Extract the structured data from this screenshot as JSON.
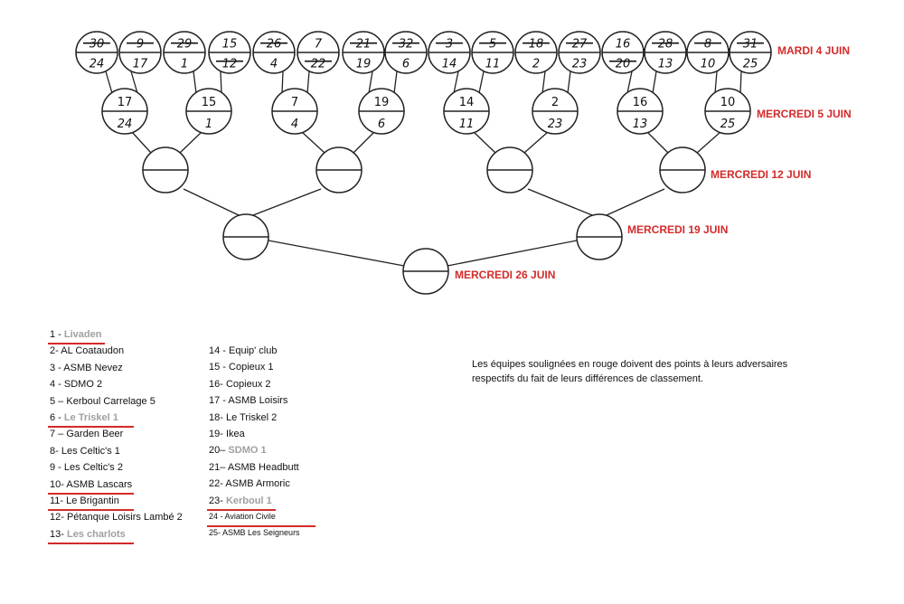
{
  "rounds": [
    "MARDI 4 JUIN",
    "MERCREDI 5 JUIN",
    "MERCREDI 12 JUIN",
    "MERCREDI 19 JUIN",
    "MERCREDI 26 JUIN"
  ],
  "round1": [
    {
      "top": "30",
      "top_struck": true,
      "bottom": "24",
      "bottom_struck": false
    },
    {
      "top": "9",
      "top_struck": true,
      "bottom": "17",
      "bottom_struck": false
    },
    {
      "top": "29",
      "top_struck": true,
      "bottom": "1",
      "bottom_struck": false
    },
    {
      "top": "15",
      "top_struck": false,
      "bottom": "12",
      "bottom_struck": true
    },
    {
      "top": "26",
      "top_struck": true,
      "bottom": "4",
      "bottom_struck": false
    },
    {
      "top": "7",
      "top_struck": false,
      "bottom": "22",
      "bottom_struck": true
    },
    {
      "top": "21",
      "top_struck": true,
      "bottom": "19",
      "bottom_struck": false
    },
    {
      "top": "32",
      "top_struck": true,
      "bottom": "6",
      "bottom_struck": false
    },
    {
      "top": "3",
      "top_struck": true,
      "bottom": "14",
      "bottom_struck": false
    },
    {
      "top": "5",
      "top_struck": true,
      "bottom": "11",
      "bottom_struck": false
    },
    {
      "top": "18",
      "top_struck": true,
      "bottom": "2",
      "bottom_struck": false
    },
    {
      "top": "27",
      "top_struck": true,
      "bottom": "23",
      "bottom_struck": false
    },
    {
      "top": "16",
      "top_struck": false,
      "bottom": "20",
      "bottom_struck": true
    },
    {
      "top": "28",
      "top_struck": true,
      "bottom": "13",
      "bottom_struck": false
    },
    {
      "top": "8",
      "top_struck": true,
      "bottom": "10",
      "bottom_struck": false
    },
    {
      "top": "31",
      "top_struck": true,
      "bottom": "25",
      "bottom_struck": false
    }
  ],
  "round2": [
    {
      "top": "17",
      "bottom": "24"
    },
    {
      "top": "15",
      "bottom": "1"
    },
    {
      "top": "7",
      "bottom": "4"
    },
    {
      "top": "19",
      "bottom": "6"
    },
    {
      "top": "14",
      "bottom": "11"
    },
    {
      "top": "2",
      "bottom": "23"
    },
    {
      "top": "16",
      "bottom": "13"
    },
    {
      "top": "10",
      "bottom": "25"
    }
  ],
  "teams_left": [
    {
      "num": "1 -",
      "name": "Livaden",
      "highlight": true
    },
    {
      "num": "2-",
      "name": "AL Coataudon",
      "highlight": false
    },
    {
      "num": "3 -",
      "name": "ASMB Nevez",
      "highlight": false
    },
    {
      "num": "4 -",
      "name": "SDMO 2",
      "highlight": false
    },
    {
      "num": "5 –",
      "name": "Kerboul Carrelage 5",
      "highlight": false
    },
    {
      "num": "6 -",
      "name": "Le Triskel 1",
      "highlight": true
    },
    {
      "num": "7 –",
      "name": "Garden Beer",
      "highlight": false
    },
    {
      "num": "8-",
      "name": "Les Celtic's 1",
      "highlight": false
    },
    {
      "num": "9 -",
      "name": "Les Celtic's 2",
      "highlight": false
    },
    {
      "num": "10-",
      "name": "ASMB Lascars",
      "highlight": false,
      "underline": true
    },
    {
      "num": "11-",
      "name": "Le Brigantin",
      "highlight": false,
      "underline": true
    },
    {
      "num": "12-",
      "name": "Pétanque Loisirs Lambé 2",
      "highlight": false
    },
    {
      "num": "13-",
      "name": "Les charlots",
      "highlight": true
    }
  ],
  "teams_right": [
    {
      "num": "14 -",
      "name": "Equip' club",
      "highlight": false
    },
    {
      "num": "15 -",
      "name": "Copieux 1",
      "highlight": false
    },
    {
      "num": "16-",
      "name": "Copieux 2",
      "highlight": false
    },
    {
      "num": "17 -",
      "name": "ASMB Loisirs",
      "highlight": false
    },
    {
      "num": "18-",
      "name": "Le Triskel 2",
      "highlight": false
    },
    {
      "num": "19-",
      "name": "Ikea",
      "highlight": false
    },
    {
      "num": "20–",
      "name": "SDMO 1",
      "highlight": true,
      "no_underline": true
    },
    {
      "num": "21–",
      "name": "ASMB Headbutt",
      "highlight": false
    },
    {
      "num": "22-",
      "name": "ASMB Armoric",
      "highlight": false
    },
    {
      "num": "23-",
      "name": "Kerboul 1",
      "highlight": true
    },
    {
      "num": "24",
      "name": "- Aviation Civile",
      "highlight": false,
      "underline": true,
      "small": true
    },
    {
      "num": "25-",
      "name": "ASMB Les Seigneurs",
      "highlight": false,
      "small": true
    }
  ],
  "note": "Les équipes soulignées en rouge doivent des points à leurs adversaires respectifs du fait de leurs différences de classement."
}
